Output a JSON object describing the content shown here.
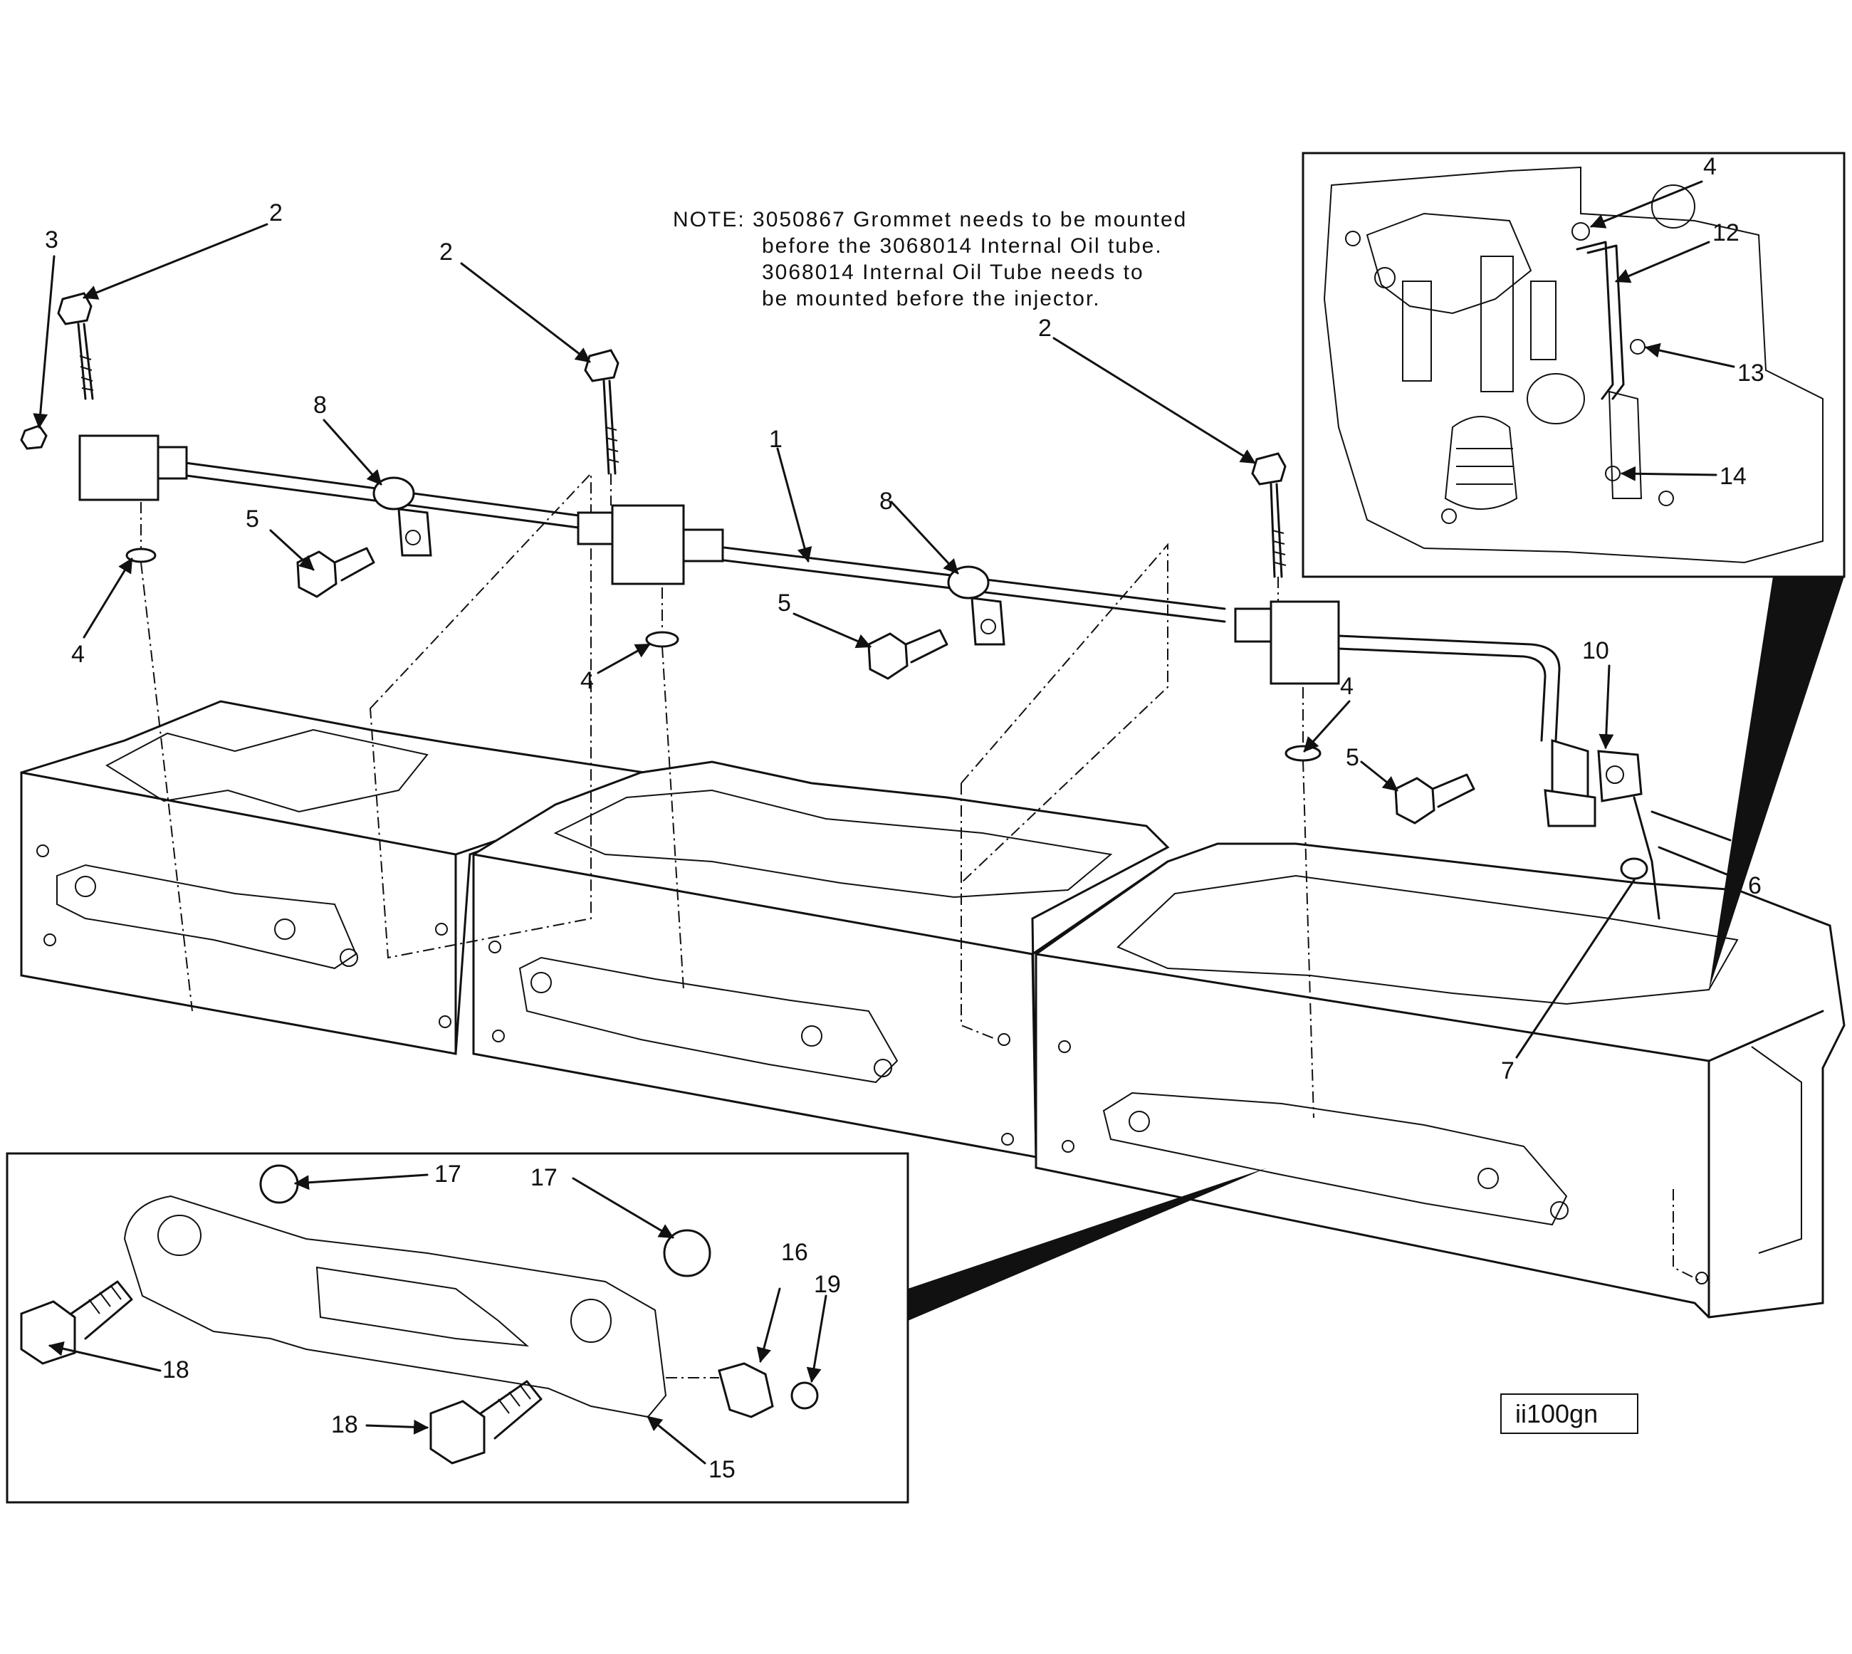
{
  "note": [
    "NOTE: 3050867 Grommet needs to be mounted",
    "before the 3068014 Internal Oil tube.",
    "3068014 Internal Oil Tube needs to",
    "be mounted before the injector."
  ],
  "callouts": {
    "1": "1",
    "2": "2",
    "3": "3",
    "4": "4",
    "5": "5",
    "6": "6",
    "7": "7",
    "8": "8",
    "10": "10",
    "12": "12",
    "13": "13",
    "14": "14",
    "15": "15",
    "16": "16",
    "17": "17",
    "18": "18",
    "19": "19"
  },
  "figure_id": "ii100gn"
}
